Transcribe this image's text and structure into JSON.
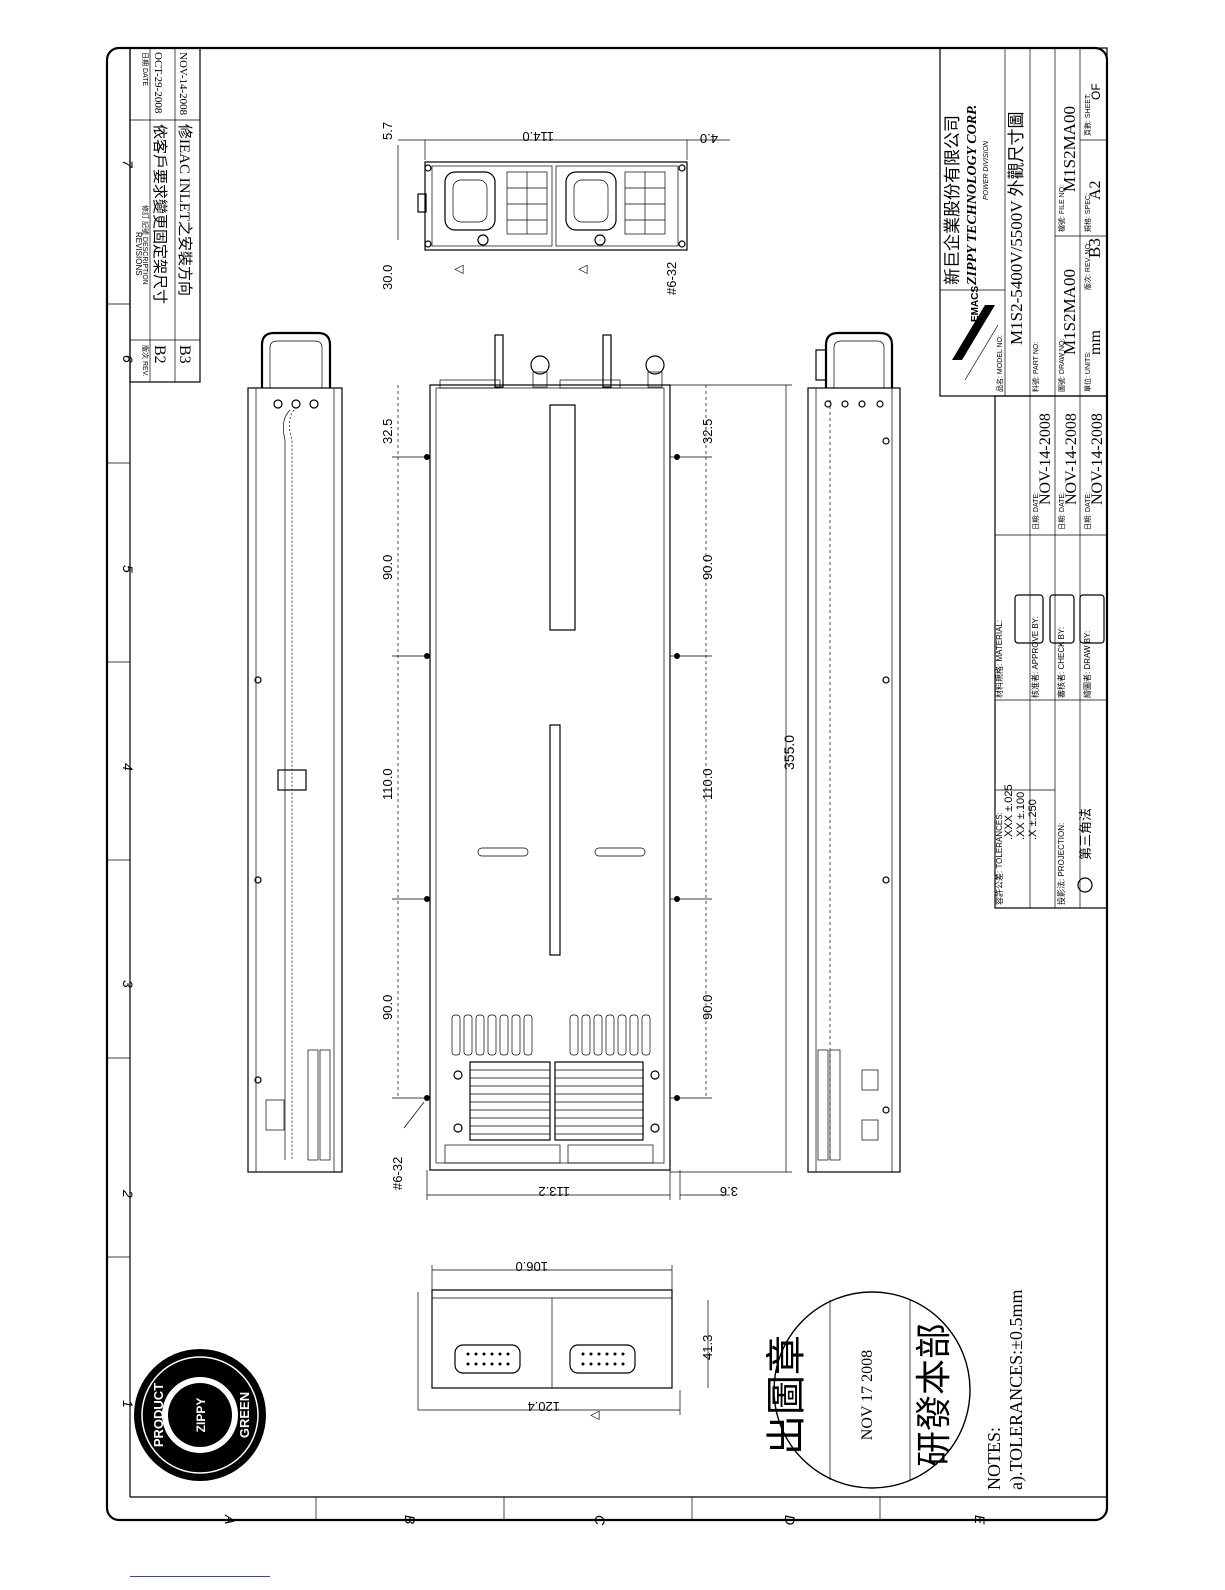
{
  "border": {
    "zones_top": [
      "7",
      "6",
      "5",
      "4",
      "3",
      "2",
      "1"
    ],
    "zones_side": [
      "A",
      "B",
      "C",
      "D",
      "E"
    ]
  },
  "revisions": {
    "title": "REVISIONS",
    "col_rev": "版次 REV.",
    "col_desc_cn": "修訂 記號 DESCRIPTION",
    "col_date": "日期 DATE",
    "rows": [
      {
        "rev": "B2",
        "desc": "依客戶要求變更固定架尺寸",
        "date": "OCT-29-2008"
      },
      {
        "rev": "B3",
        "desc": "修IEAC INLET之安裝方向",
        "date": "NOV-14-2008"
      }
    ]
  },
  "dims": {
    "front_width": "114.0",
    "front_right": "5.7",
    "front_top": "4.0",
    "front_left": "30.0",
    "screw_front": "#6-32",
    "spacing_1": "32.5",
    "spacing_2": "90.0",
    "spacing_3": "110.0",
    "spacing_4": "90.0",
    "total_length": "355.0",
    "body_width": "113.2",
    "side_offset": "3.6",
    "screw_bottom": "#6-32",
    "rear_width": "106.0",
    "rear_height": "41.3",
    "rear_total": "120.4"
  },
  "title_block": {
    "company_cn": "新巨企業股份有限公司",
    "company_en": "ZIPPY TECHNOLOGY CORP.",
    "division": "POWER DIVISION",
    "logo_text": "EMACS",
    "model_label": "品名: MODEL NO:",
    "model": "M1S2-5400V/5500V 外觀尺寸圖",
    "part_label": "料號: PART NO:",
    "draw_label": "圖號: DRAW NO:",
    "draw_no": "M1S2MA00",
    "file_label": "檔號: FILE NO:",
    "file_no": "M1S2MA00",
    "units_label": "單位: UNITS:",
    "units": "mm",
    "rev_label": "版次: REV. NO:",
    "rev": "B3",
    "spec_label": "規格: SPEC:",
    "spec": "A2",
    "sheet_label": "頁數: SHEET:",
    "sheet": "OF",
    "date_label": "日期: DATE:",
    "dates": [
      "NOV-14-2008",
      "NOV-14-2008",
      "NOV-14-2008"
    ],
    "tolerances_label": "容許公差: TOLERANCES:",
    "tol_xxx": ".XXX ±.025",
    "tol_xx": ".XX ±.100",
    "tol_x": ".X ±.250",
    "material_label": "材料規格: MATERIAL:",
    "approve_label": "核准者: APPROVE BY:",
    "check_label": "審核者: CHECK BY:",
    "drawn_label": "繪圖者: DRAW BY:",
    "projection_label": "投影法: PROJECTION:",
    "projection": "第三角法"
  },
  "stamp": {
    "top": "出圖章",
    "date": "NOV 17 2008",
    "bottom": "研發本部"
  },
  "badge": {
    "top": "PRODUCT",
    "brand": "ZIPPY",
    "bottom": "GREEN"
  },
  "notes": {
    "title": "NOTES:",
    "line_a": "a).TOLERANCES:±0.5mm"
  }
}
